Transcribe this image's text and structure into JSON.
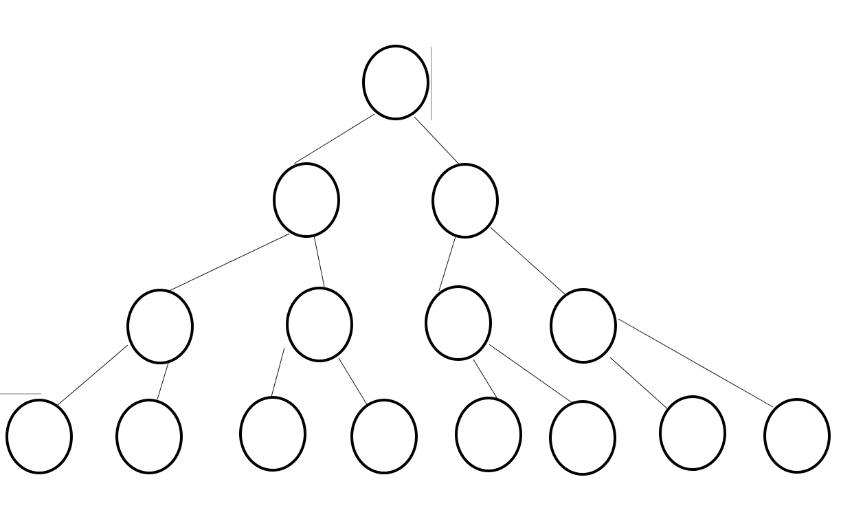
{
  "diagram": {
    "type": "binary-tree",
    "depth": 4,
    "node_count": 15,
    "label_text": "",
    "colors": {
      "background": "#ffffff",
      "node_stroke": "#000000",
      "node_fill": "#ffffff",
      "edge": "#111111"
    },
    "nodes": [
      {
        "id": "n0",
        "level": 0,
        "label": ""
      },
      {
        "id": "n1",
        "level": 1,
        "label": ""
      },
      {
        "id": "n2",
        "level": 1,
        "label": ""
      },
      {
        "id": "n3",
        "level": 2,
        "label": ""
      },
      {
        "id": "n4",
        "level": 2,
        "label": ""
      },
      {
        "id": "n5",
        "level": 2,
        "label": ""
      },
      {
        "id": "n6",
        "level": 2,
        "label": ""
      },
      {
        "id": "n7",
        "level": 3,
        "label": ""
      },
      {
        "id": "n8",
        "level": 3,
        "label": ""
      },
      {
        "id": "n9",
        "level": 3,
        "label": ""
      },
      {
        "id": "n10",
        "level": 3,
        "label": ""
      },
      {
        "id": "n11",
        "level": 3,
        "label": ""
      },
      {
        "id": "n12",
        "level": 3,
        "label": ""
      },
      {
        "id": "n13",
        "level": 3,
        "label": ""
      },
      {
        "id": "n14",
        "level": 3,
        "label": ""
      }
    ],
    "edges": [
      {
        "from": "n0",
        "to": "n1"
      },
      {
        "from": "n0",
        "to": "n2"
      },
      {
        "from": "n1",
        "to": "n3"
      },
      {
        "from": "n1",
        "to": "n4"
      },
      {
        "from": "n2",
        "to": "n5"
      },
      {
        "from": "n2",
        "to": "n6"
      },
      {
        "from": "n3",
        "to": "n7"
      },
      {
        "from": "n3",
        "to": "n8"
      },
      {
        "from": "n4",
        "to": "n9"
      },
      {
        "from": "n4",
        "to": "n10"
      },
      {
        "from": "n5",
        "to": "n11"
      },
      {
        "from": "n5",
        "to": "n12"
      },
      {
        "from": "n6",
        "to": "n13"
      },
      {
        "from": "n6",
        "to": "n14"
      }
    ]
  }
}
